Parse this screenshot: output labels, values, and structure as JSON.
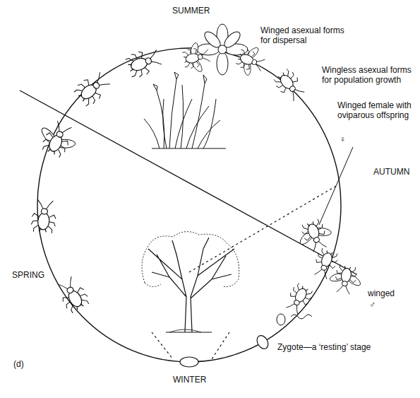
{
  "diagram": {
    "labels": [
      "SUMMER",
      "Winged asexual forms for dispersal",
      "Wingless asexual forms for population growth",
      "Winged female with oviparous offspring",
      "♀",
      "AUTUMN",
      "winged",
      "♂",
      "Zygote—a ‘resting’ stage",
      "SPRING",
      "WINTER",
      "(d)"
    ]
  }
}
